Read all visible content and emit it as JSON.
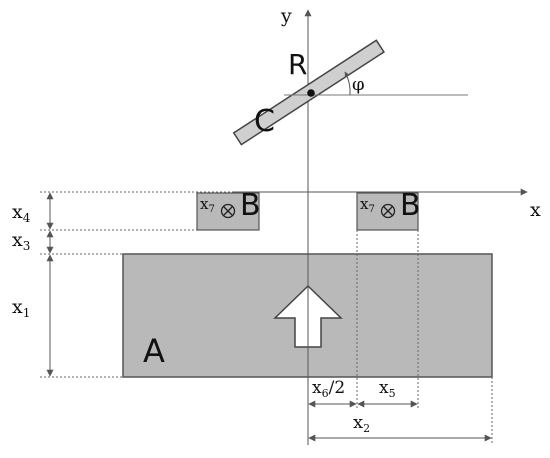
{
  "diagram": {
    "axes": {
      "x_label": "x",
      "y_label": "y"
    },
    "labels": {
      "block_a": "A",
      "block_b": "B",
      "point_r": "R",
      "rod_c": "C",
      "angle": "φ",
      "x7": "x",
      "x7_sub": "7"
    },
    "dimensions": {
      "x1": {
        "main": "x",
        "sub": "1"
      },
      "x2": {
        "main": "x",
        "sub": "2"
      },
      "x3": {
        "main": "x",
        "sub": "3"
      },
      "x4": {
        "main": "x",
        "sub": "4"
      },
      "x5": {
        "main": "x",
        "sub": "5"
      },
      "x6": {
        "main": "x",
        "sub": "6",
        "suffix": "/2"
      }
    },
    "colors": {
      "block_fill": "#b9b9b9",
      "rod_fill": "#cfcfcf",
      "line": "#555555",
      "dotted": "#666666",
      "text": "#111111"
    }
  }
}
